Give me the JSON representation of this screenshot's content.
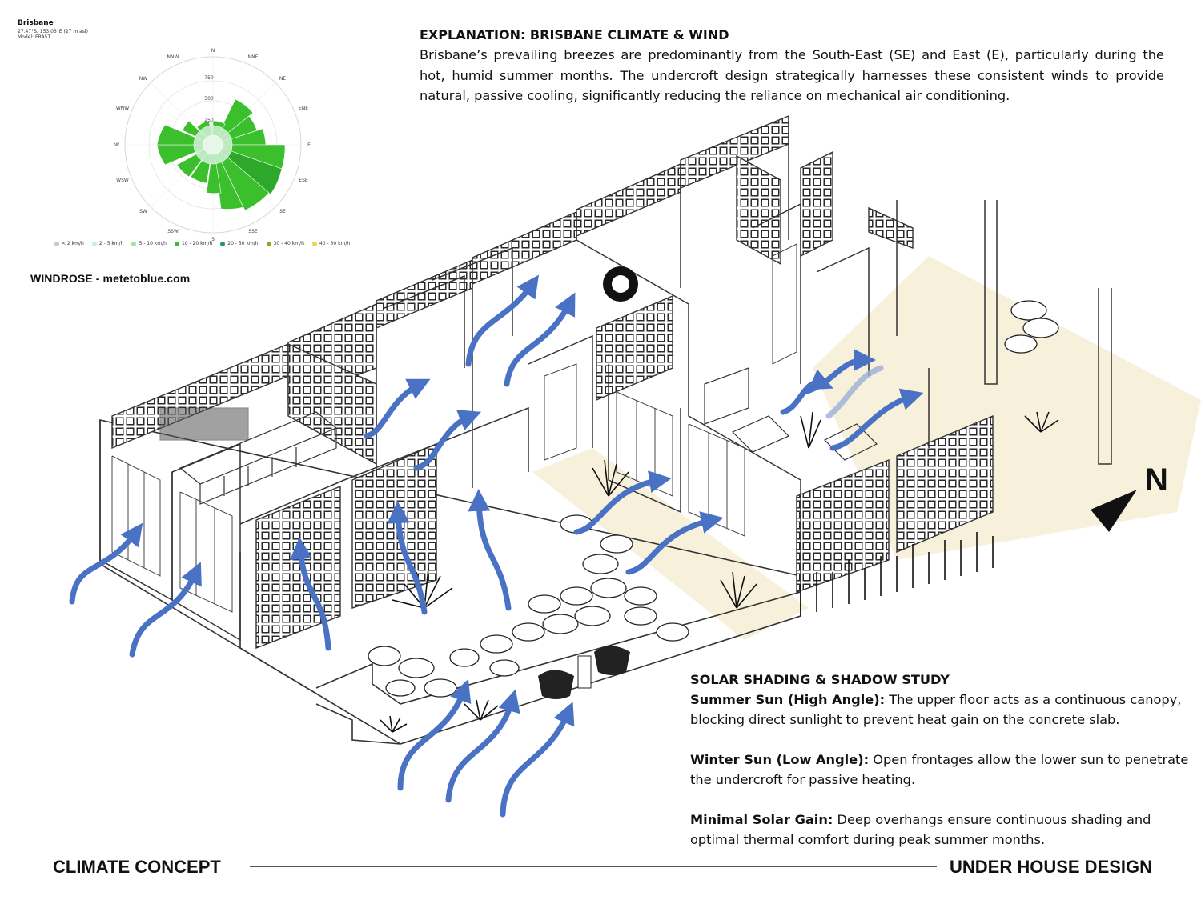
{
  "windrose": {
    "location": "Brisbane",
    "coords_line1": "27.47°S, 153.03°E (27 m asl)",
    "coords_line2": "Model: ERA5T",
    "directions": [
      "N",
      "NNE",
      "NE",
      "ENE",
      "E",
      "ESE",
      "SE",
      "SSE",
      "S",
      "SSW",
      "SW",
      "WSW",
      "W",
      "WNW",
      "NW",
      "NNW"
    ],
    "ring_labels": [
      "750",
      "500",
      "250"
    ],
    "legend": [
      {
        "label": "< 2 km/h",
        "color": "#c8c8c8"
      },
      {
        "label": "2 - 5 km/h",
        "color": "#c9efcf"
      },
      {
        "label": "5 - 10 km/h",
        "color": "#9fe39f"
      },
      {
        "label": "10 - 20 km/h",
        "color": "#3cbf2c"
      },
      {
        "label": "20 - 30 km/h",
        "color": "#1e9a5a"
      },
      {
        "label": "30 - 40 km/h",
        "color": "#8caa22"
      },
      {
        "label": "40 - 50 km/h",
        "color": "#f1d44a"
      }
    ],
    "source": "WINDROSE -  metetoblue.com"
  },
  "explanation": {
    "heading": "EXPLANATION: BRISBANE CLIMATE & WIND",
    "body": "Brisbane’s prevailing breezes are predominantly from the South-East (SE) and East (E), particularly during the hot, humid summer months. The undercroft design strategically harnesses these consistent winds to provide natural, passive cooling, significantly reducing the reliance on mechanical air conditioning."
  },
  "solar": {
    "heading": "SOLAR SHADING & SHADOW STUDY",
    "items": [
      {
        "label": "Summer Sun (High Angle):",
        "text": " The upper floor acts as a continuous canopy, blocking direct sunlight to prevent heat gain on the concrete slab."
      },
      {
        "label": "Winter Sun (Low Angle):",
        "text": " Open frontages allow the lower sun to penetrate the undercroft for passive heating."
      },
      {
        "label": "Minimal Solar Gain:",
        "text": " Deep overhangs ensure continuous shading and optimal thermal comfort during peak summer months."
      }
    ]
  },
  "north_label": "N",
  "footer": {
    "left": "CLIMATE CONCEPT",
    "right": "UNDER HOUSE DESIGN"
  },
  "colors": {
    "arrow": "#4a72c4",
    "shade": "#f5efd8",
    "line": "#333333"
  }
}
